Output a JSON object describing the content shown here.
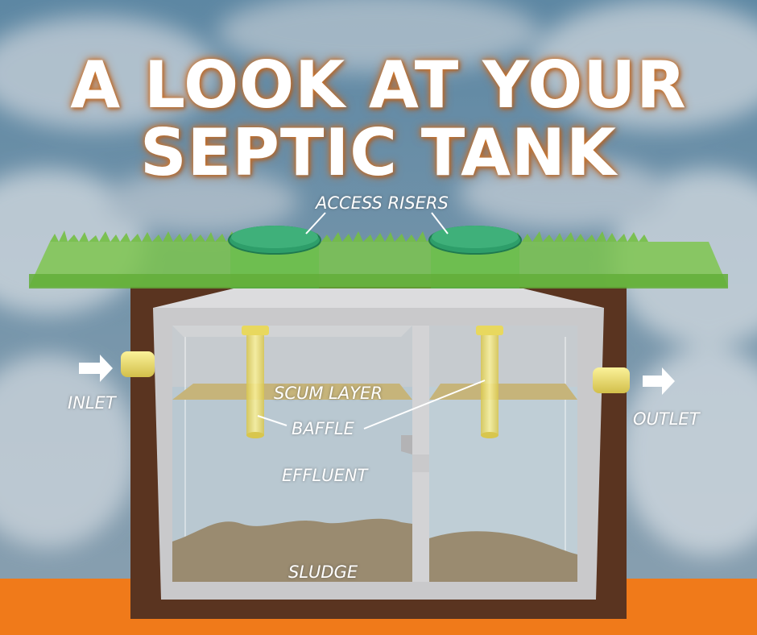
{
  "title": {
    "line1": "A LOOK AT YOUR",
    "line2": "SEPTIC TANK"
  },
  "labels": {
    "access_risers": "ACCESS RISERS",
    "scum_layer": "SCUM LAYER",
    "baffle": "BAFFLE",
    "effluent": "EFFLUENT",
    "sludge": "SLUDGE",
    "inlet": "INLET",
    "outlet": "OUTLET"
  },
  "colors": {
    "sky": "#6f8fa6",
    "cloud": "#d8dde2",
    "ground_strip": "#f07a1a",
    "soil": "#5a3420",
    "grass": "#7cc64a",
    "riser": "#2e9e6a",
    "concrete": "#c9c9cb",
    "effluent": "#b7c9d3",
    "scum": "#c6b47a",
    "sludge": "#9a8b70",
    "pipe": "#f1e67a",
    "title_glow": "#d07a2e"
  }
}
